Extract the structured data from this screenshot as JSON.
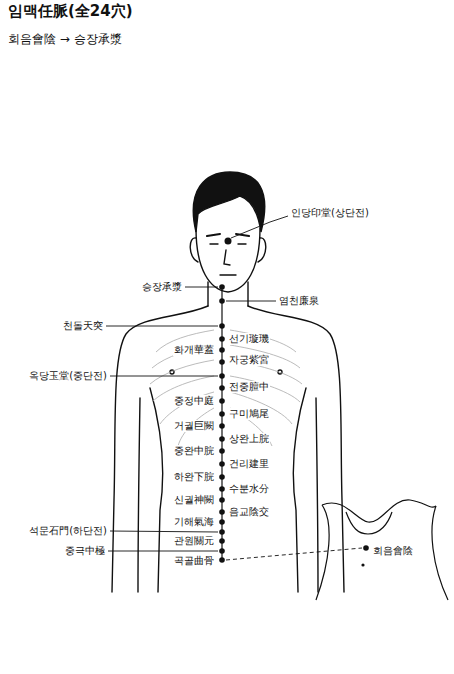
{
  "diagram": {
    "title": "임맥任脈(全24穴)",
    "labels": [
      "회음會陰 → 승장承漿",
      "인당印堂(상단전)",
      "승장承漿",
      "염천廉泉",
      "천돌天突",
      "선기璇璣",
      "화개華蓋",
      "자궁紫宮",
      "옥당玉堂(중단전)",
      "전중膻中",
      "중정中庭",
      "구미鳩尾",
      "거궐巨闕",
      "상완上脘",
      "중완中脘",
      "건리建里",
      "하완下脘",
      "수분水分",
      "신궐神闕",
      "음교陰交",
      "기해氣海",
      "석문石門(하단전)",
      "관원關元",
      "중극中極",
      "곡골曲骨",
      "회음會陰"
    ]
  }
}
